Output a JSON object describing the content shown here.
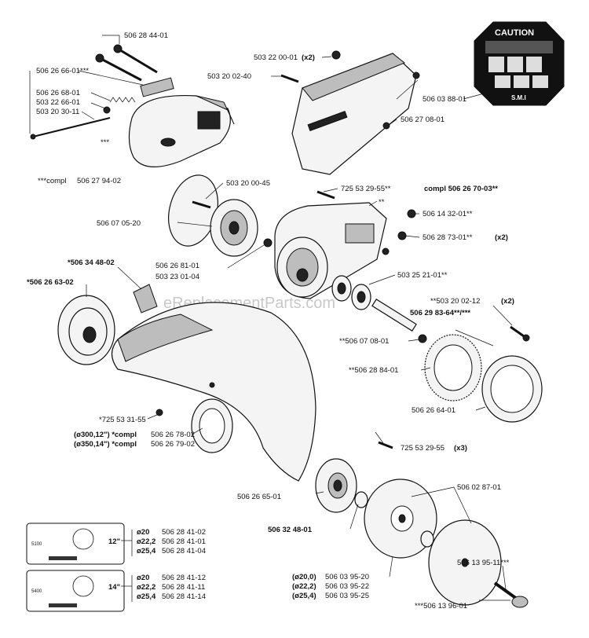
{
  "labels": {
    "p_506284401": "506 28 44-01",
    "p_506266601": "506 26 66-01***",
    "p_506266801": "506 26 68-01",
    "p_503226601": "503 22 66-01",
    "p_503203011": "503 20 30-11",
    "p_triple": "***",
    "p_compl506279402_pre": "***compl",
    "p_compl506279402": "506 27 94-02",
    "p_503220001": "503 22 00-01",
    "p_x2a": "(x2)",
    "p_503200240": "503 20 02-40",
    "p_506038801": "506 03 88-01",
    "p_506270801": "506 27 08-01",
    "p_503200045": "503 20 00-45",
    "p_725532955a": "725 53 29-55**",
    "p_compl506267003": "compl 506 26 70-03**",
    "p_dstar": "**",
    "p_506070520": "506 07 05-20",
    "p_506143201": "506 14 32-01**",
    "p_506287301": "506 28 73-01**",
    "p_x2b": "(x2)",
    "p_506344802": "*506 34 48-02",
    "p_506268101": "506 26 81-01",
    "p_503230104": "503 23 01-04",
    "p_503252101": "503 25 21-01**",
    "p_506266302": "*506 26 63-02",
    "p_503200212": "**503 20 02-12",
    "p_x2c": "(x2)",
    "p_506298364": "506 29 83-64**/***",
    "p_506070801": "**506 07 08-01",
    "p_506288401": "**506 28 84-01",
    "p_506266401": "506 26 64-01",
    "p_725533155": "*725 53 31-55",
    "p_d300": "(ø300,12\") *compl",
    "p_d300n": "506 26 78-02",
    "p_d350": "(ø350,14\") *compl",
    "p_d350n": "506 26 79-02",
    "p_725532955b": "725 53 29-55",
    "p_x3": "(x3)",
    "p_506266501": "506 26 65-01",
    "p_506324801": "506 32 48-01",
    "p_506028701": "506 02 87-01",
    "p_506139511": "506 13 95-11***",
    "p_506139601": "***506 13 96-01",
    "p_d200": "(ø20,0)",
    "p_d200n": "506 03 95-20",
    "p_d222": "(ø22,2)",
    "p_d222n": "506 03 95-22",
    "p_d254": "(ø25,4)",
    "p_d254n": "506 03 95-25"
  },
  "table12": {
    "size": "12\"",
    "rpm": "5100",
    "rows": [
      {
        "dia": "ø20",
        "part": "506 28 41-02"
      },
      {
        "dia": "ø22,2",
        "part": "506 28 41-01"
      },
      {
        "dia": "ø25,4",
        "part": "506 28 41-04"
      }
    ]
  },
  "table14": {
    "size": "14\"",
    "rpm": "5400",
    "rows": [
      {
        "dia": "ø20",
        "part": "506 28 41-12"
      },
      {
        "dia": "ø22,2",
        "part": "506 28 41-11"
      },
      {
        "dia": "ø25,4",
        "part": "506 28 41-14"
      }
    ]
  },
  "caution": {
    "title": "CAUTION",
    "footer": "S.M.I"
  },
  "watermark": "eReplacementParts.com",
  "colors": {
    "ink": "#111111",
    "fill": "#f4f4f4",
    "shade": "#bdbdbd",
    "dark": "#222222"
  }
}
